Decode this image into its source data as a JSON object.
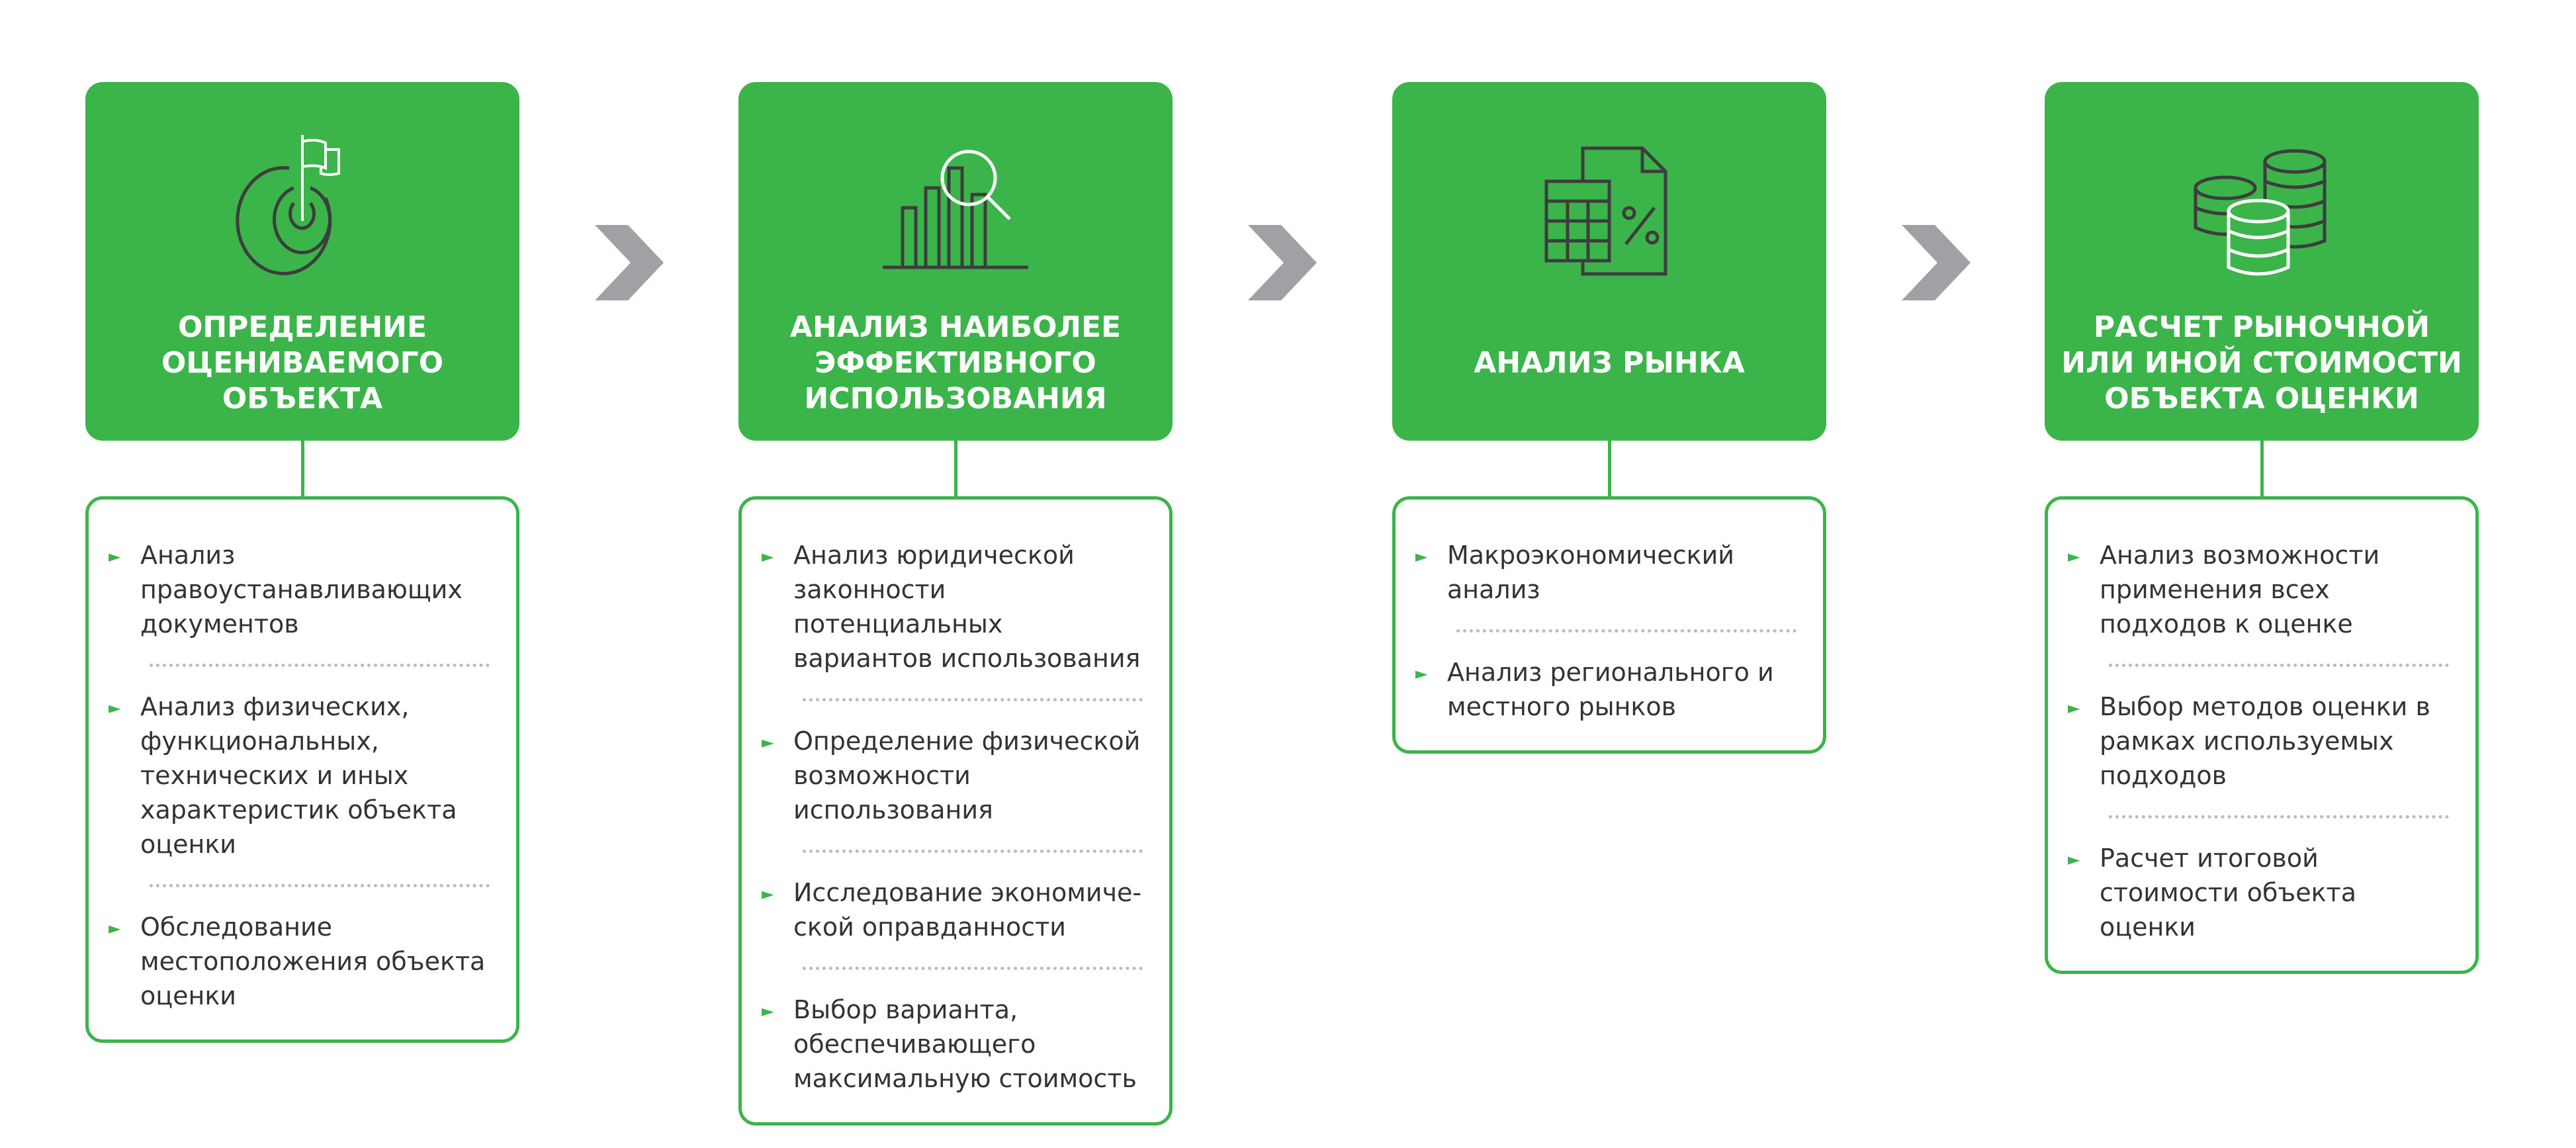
{
  "accent": "#3bb54a",
  "steps": [
    {
      "icon": "target-flag-icon",
      "title": "ОПРЕДЕЛЕНИЕ ОЦЕНИВАЕМОГО ОБЪЕКТА",
      "items": [
        "Анализ правоустанавливающих документов",
        "Анализ физических, функциональных, технических и иных характеристик объекта оценки",
        "Обследование местоположения объекта оценки"
      ]
    },
    {
      "icon": "chart-magnifier-icon",
      "title": "АНАЛИЗ НАИБОЛЕЕ ЭФФЕКТИВНОГО ИСПОЛЬЗОВАНИЯ",
      "items": [
        "Анализ юридической законности потенциальных вариантов использования",
        "Определение физической возможности использования",
        "Исследование экономиче-ской оправданности",
        "Выбор варианта, обеспечивающего максимальную стоимость"
      ]
    },
    {
      "icon": "calculator-document-icon",
      "title": "АНАЛИЗ РЫНКА",
      "items": [
        "Макроэкономический анализ",
        "Анализ регионального и местного рынков"
      ]
    },
    {
      "icon": "coins-stack-icon",
      "title": "РАСЧЕТ РЫНОЧНОЙ ИЛИ ИНОЙ СТОИМОСТИ ОБЪЕКТА ОЦЕНКИ",
      "items": [
        "Анализ возможности применения всех подходов к оценке",
        "Выбор методов оценки в рамках используемых подходов",
        "Расчет итоговой стоимости объекта оценки"
      ]
    }
  ]
}
